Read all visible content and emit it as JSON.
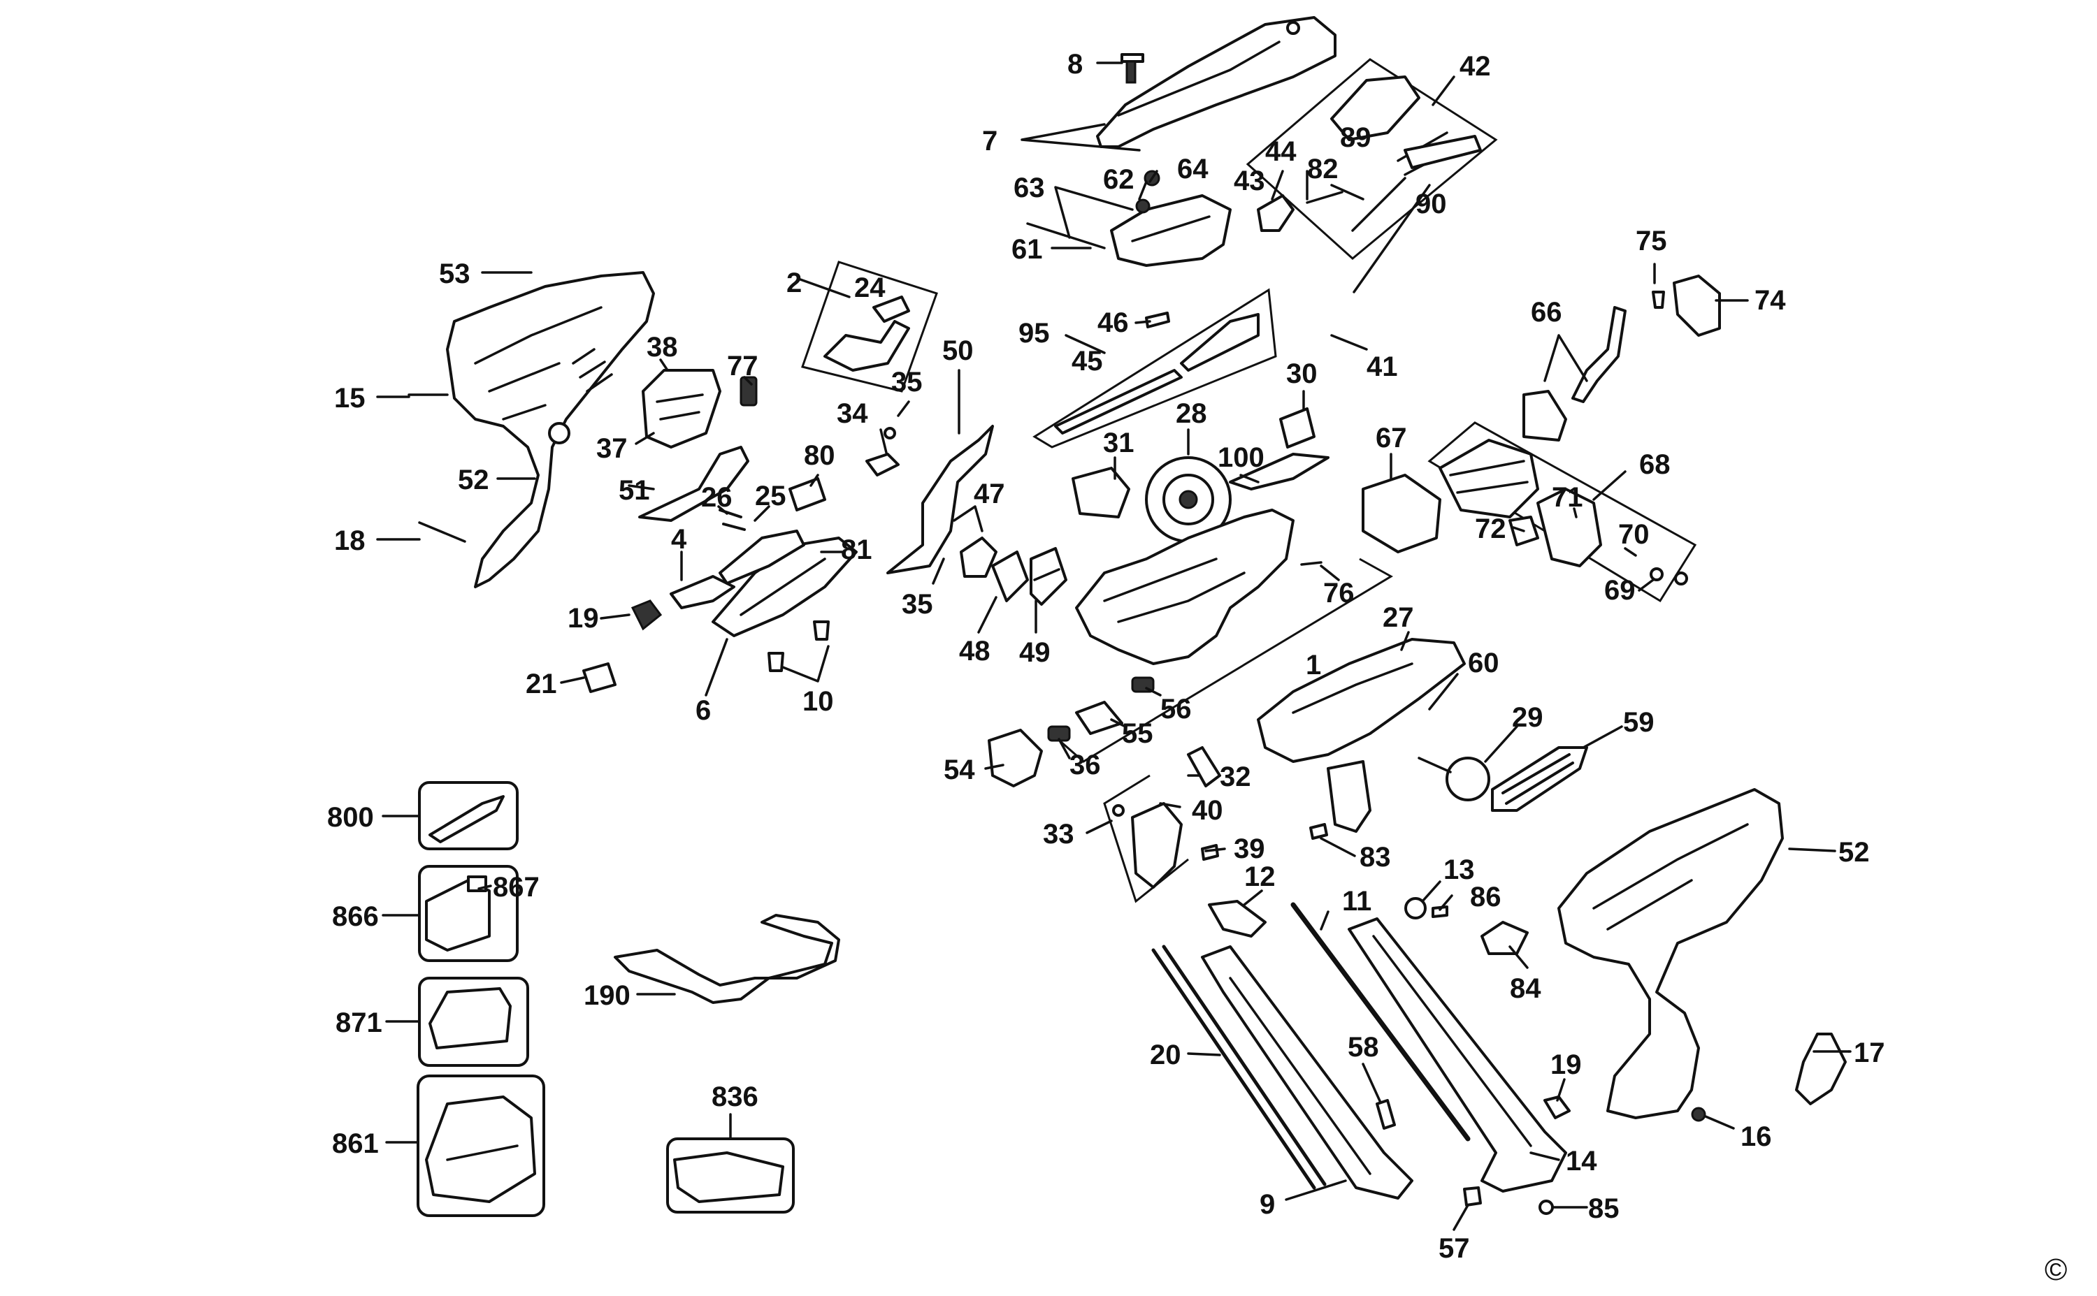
{
  "diagram": {
    "copyright_symbol": "©",
    "callouts": [
      {
        "id": "c8",
        "text": "8"
      },
      {
        "id": "c7",
        "text": "7"
      },
      {
        "id": "c64",
        "text": "64"
      },
      {
        "id": "c62",
        "text": "62"
      },
      {
        "id": "c63",
        "text": "63"
      },
      {
        "id": "c61",
        "text": "61"
      },
      {
        "id": "c42",
        "text": "42"
      },
      {
        "id": "c89",
        "text": "89"
      },
      {
        "id": "c44",
        "text": "44"
      },
      {
        "id": "c43",
        "text": "43"
      },
      {
        "id": "c82",
        "text": "82"
      },
      {
        "id": "c90",
        "text": "90"
      },
      {
        "id": "c53",
        "text": "53"
      },
      {
        "id": "c2",
        "text": "2"
      },
      {
        "id": "c24",
        "text": "24"
      },
      {
        "id": "c95",
        "text": "95"
      },
      {
        "id": "c46",
        "text": "46"
      },
      {
        "id": "c45",
        "text": "45"
      },
      {
        "id": "c41",
        "text": "41"
      },
      {
        "id": "c75",
        "text": "75"
      },
      {
        "id": "c74",
        "text": "74"
      },
      {
        "id": "c66",
        "text": "66"
      },
      {
        "id": "c38",
        "text": "38"
      },
      {
        "id": "c77",
        "text": "77"
      },
      {
        "id": "c15",
        "text": "15"
      },
      {
        "id": "c37",
        "text": "37"
      },
      {
        "id": "c52a",
        "text": "52"
      },
      {
        "id": "c35a",
        "text": "35"
      },
      {
        "id": "c34",
        "text": "34"
      },
      {
        "id": "c50",
        "text": "50"
      },
      {
        "id": "c30",
        "text": "30"
      },
      {
        "id": "c28",
        "text": "28"
      },
      {
        "id": "c31",
        "text": "31"
      },
      {
        "id": "c100",
        "text": "100"
      },
      {
        "id": "c67",
        "text": "67"
      },
      {
        "id": "c68",
        "text": "68"
      },
      {
        "id": "c80",
        "text": "80"
      },
      {
        "id": "c51",
        "text": "51"
      },
      {
        "id": "c26",
        "text": "26"
      },
      {
        "id": "c25",
        "text": "25"
      },
      {
        "id": "c47",
        "text": "47"
      },
      {
        "id": "c71",
        "text": "71"
      },
      {
        "id": "c72",
        "text": "72"
      },
      {
        "id": "c70",
        "text": "70"
      },
      {
        "id": "c18",
        "text": "18"
      },
      {
        "id": "c4",
        "text": "4"
      },
      {
        "id": "c81",
        "text": "81"
      },
      {
        "id": "c69",
        "text": "69"
      },
      {
        "id": "c76",
        "text": "76"
      },
      {
        "id": "c35b",
        "text": "35"
      },
      {
        "id": "c19a",
        "text": "19"
      },
      {
        "id": "c48",
        "text": "48"
      },
      {
        "id": "c49",
        "text": "49"
      },
      {
        "id": "c27",
        "text": "27"
      },
      {
        "id": "c1",
        "text": "1"
      },
      {
        "id": "c60",
        "text": "60"
      },
      {
        "id": "c21",
        "text": "21"
      },
      {
        "id": "c10",
        "text": "10"
      },
      {
        "id": "c6",
        "text": "6"
      },
      {
        "id": "c56",
        "text": "56"
      },
      {
        "id": "c29",
        "text": "29"
      },
      {
        "id": "c59",
        "text": "59"
      },
      {
        "id": "c55",
        "text": "55"
      },
      {
        "id": "c36",
        "text": "36"
      },
      {
        "id": "c54",
        "text": "54"
      },
      {
        "id": "c32",
        "text": "32"
      },
      {
        "id": "c40",
        "text": "40"
      },
      {
        "id": "c52b",
        "text": "52"
      },
      {
        "id": "c800",
        "text": "800"
      },
      {
        "id": "c33",
        "text": "33"
      },
      {
        "id": "c39",
        "text": "39"
      },
      {
        "id": "c83",
        "text": "83"
      },
      {
        "id": "c12",
        "text": "12"
      },
      {
        "id": "c13",
        "text": "13"
      },
      {
        "id": "c86",
        "text": "86"
      },
      {
        "id": "c867",
        "text": "867"
      },
      {
        "id": "c866",
        "text": "866"
      },
      {
        "id": "c11",
        "text": "11"
      },
      {
        "id": "c190",
        "text": "190"
      },
      {
        "id": "c84",
        "text": "84"
      },
      {
        "id": "c871",
        "text": "871"
      },
      {
        "id": "c17",
        "text": "17"
      },
      {
        "id": "c20",
        "text": "20"
      },
      {
        "id": "c58",
        "text": "58"
      },
      {
        "id": "c19b",
        "text": "19"
      },
      {
        "id": "c836",
        "text": "836"
      },
      {
        "id": "c16",
        "text": "16"
      },
      {
        "id": "c861",
        "text": "861"
      },
      {
        "id": "c14",
        "text": "14"
      },
      {
        "id": "c9",
        "text": "9"
      },
      {
        "id": "c85",
        "text": "85"
      },
      {
        "id": "c57",
        "text": "57"
      }
    ]
  }
}
